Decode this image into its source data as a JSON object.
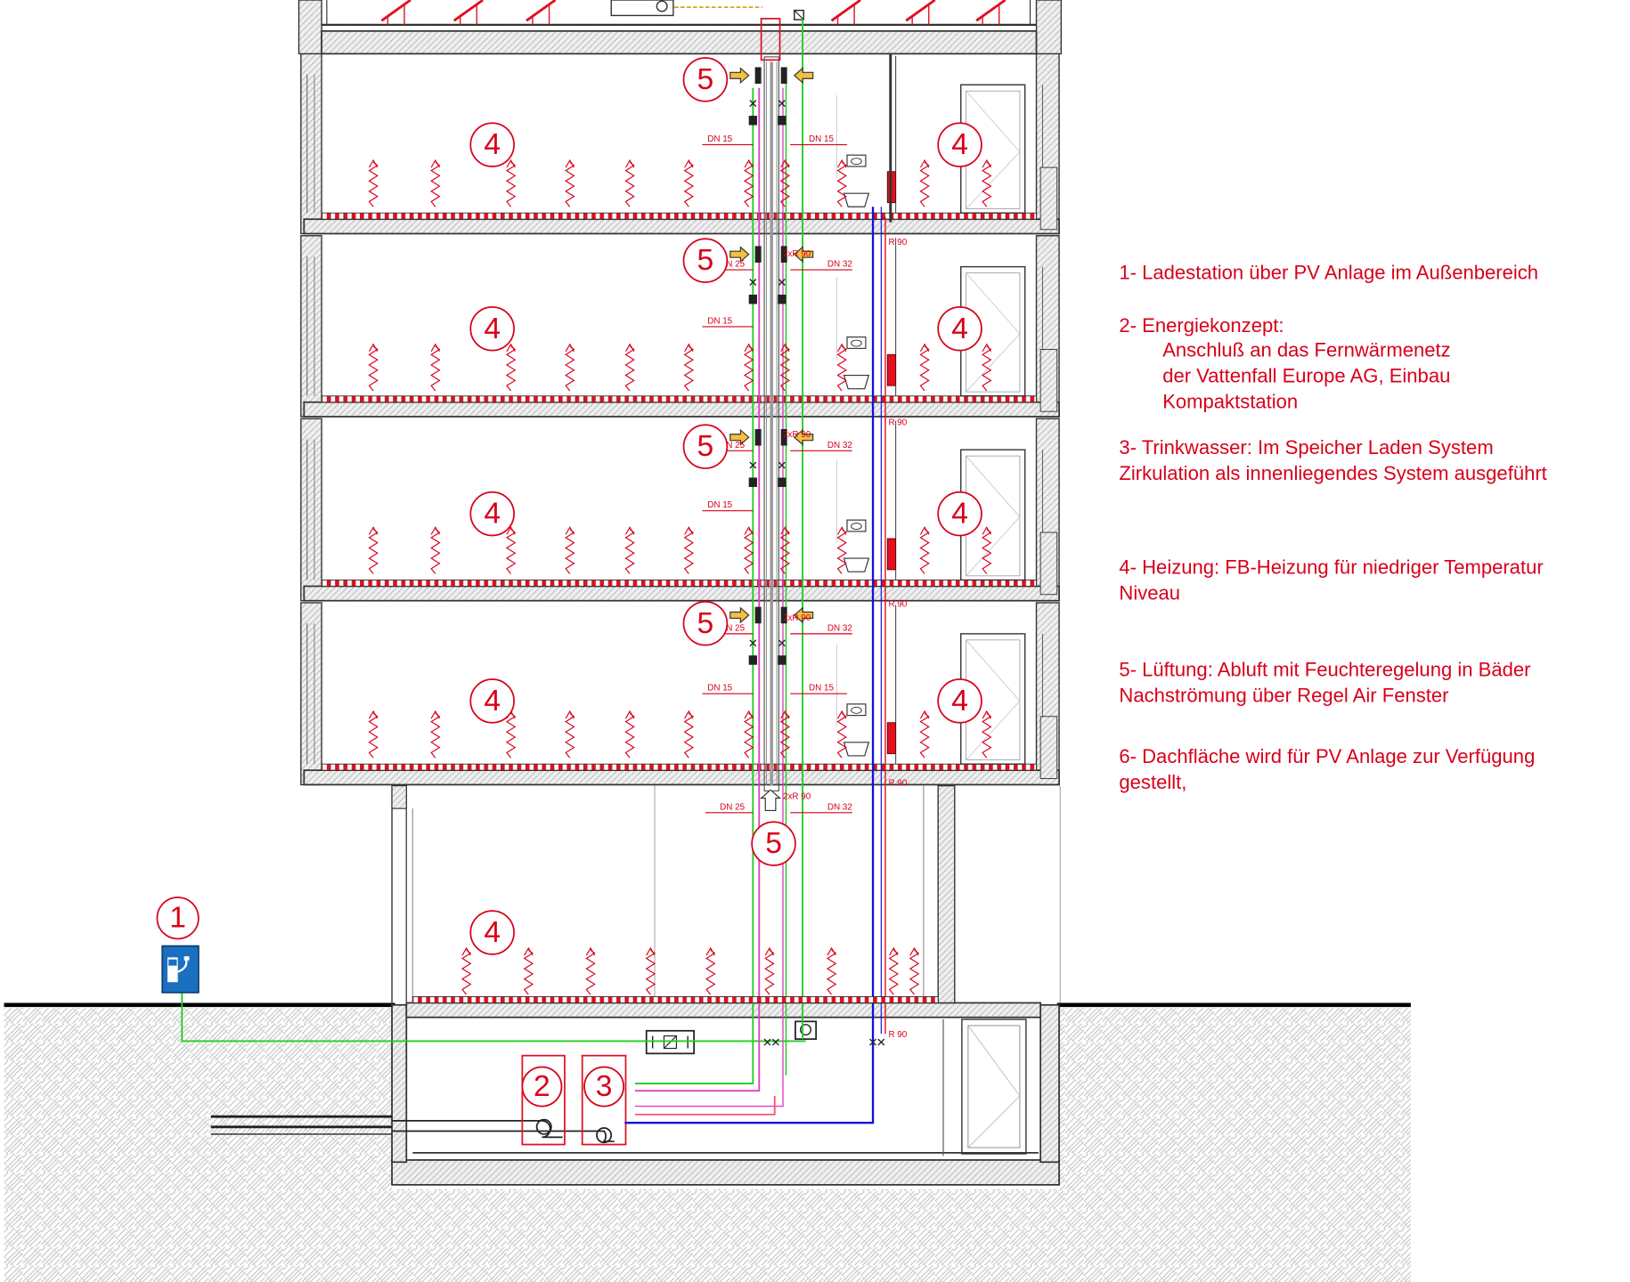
{
  "badges": {
    "charging_station": "1",
    "district_heating": "2",
    "drinking_water": "3",
    "floor_heating": "4",
    "ventilation": "5"
  },
  "pipe_labels": {
    "dn15": "DN 15",
    "dn25": "DN 25",
    "dn32": "DN 32",
    "r90": "R 90",
    "two_r90": "2xR 90"
  },
  "legend": [
    {
      "lines": [
        "1- Ladestation über PV Anlage im Außenbereich"
      ]
    },
    {
      "lines": [
        "2- Energiekonzept:",
        "Anschluß an das Fernwärmenetz",
        "der Vattenfall Europe AG, Einbau",
        "Kompaktstation"
      ]
    },
    {
      "lines": [
        "3- Trinkwasser: Im Speicher Laden System",
        "Zirkulation als innenliegendes System ausgeführt"
      ]
    },
    {
      "lines": [
        "4- Heizung: FB-Heizung für niedriger Temperatur",
        "Niveau"
      ]
    },
    {
      "lines": [
        "5- Lüftung: Abluft mit Feuchteregelung in Bäder",
        "Nachströmung über Regel Air Fenster"
      ]
    },
    {
      "lines": [
        "6- Dachfläche wird für PV Anlage zur Verfügung",
        "gestellt,"
      ]
    }
  ],
  "colors": {
    "label_red": "#d8001a",
    "pipe_green": "#22cc22",
    "pipe_magenta": "#e040c0",
    "pipe_blue": "#1010e0",
    "pipe_pink": "#ff5070",
    "charger_blue": "#1a70c0",
    "structure": "#333333",
    "hatch": "#c8c8c8"
  }
}
